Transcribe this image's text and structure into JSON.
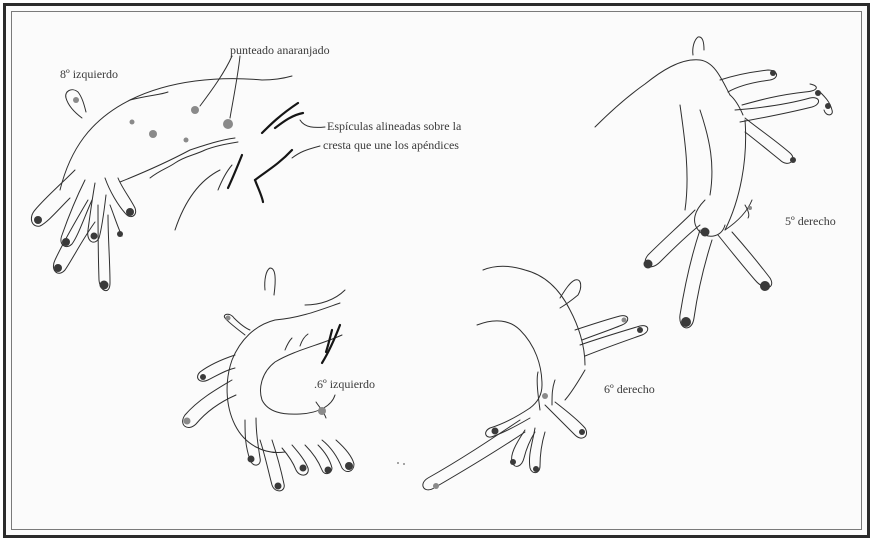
{
  "labels": {
    "left_8": "8º izquierdo",
    "punteado": "punteado anaranjado",
    "espiculas_line1": "Espículas alineadas sobre la",
    "espiculas_line2": "cresta que une los apéndices",
    "right_5": "5º derecho",
    "left_6": ".6º izquierdo",
    "right_6": "6º derecho"
  }
}
